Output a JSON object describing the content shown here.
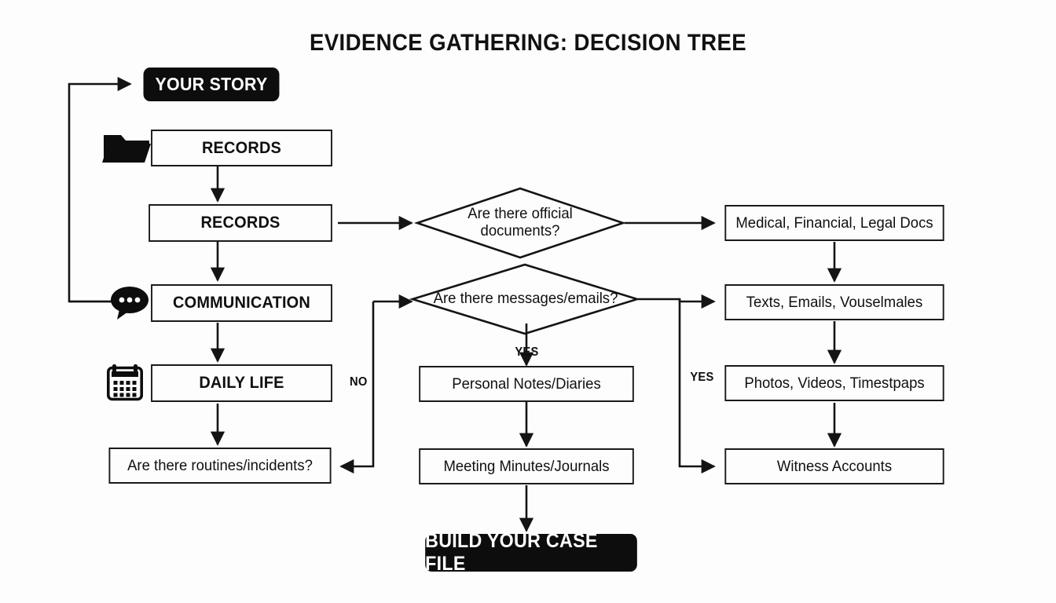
{
  "page": {
    "title": "EVIDENCE GATHERING: DECISION TREE",
    "background_color": "#fdfdfd",
    "ink_color": "#111111"
  },
  "start_node": {
    "label": "YOUR STORY",
    "style": "black-pill"
  },
  "end_node": {
    "label": "BUILD YOUR CASE FILE",
    "style": "black-pill"
  },
  "categories": [
    {
      "label": "RECORDS",
      "icon": "folder-icon"
    },
    {
      "label": "RECORDS",
      "icon": "none"
    },
    {
      "label": "COMMUNICATION",
      "icon": "speech-bubble-icon"
    },
    {
      "label": "DAILY LIFE",
      "icon": "calendar-icon"
    }
  ],
  "left_question": {
    "label": "Are there routines/incidents?"
  },
  "decisions": [
    {
      "label_line1": "Are there official",
      "label_line2": "documents?"
    },
    {
      "label_line1": "Are there messages/emails?",
      "label_line2": ""
    }
  ],
  "outcomes_right": [
    {
      "label": "Medical, Financial, Legal Docs"
    },
    {
      "label": "Texts, Emails, Vouselmales"
    },
    {
      "label": "Photos, Videos, Timestpaps"
    },
    {
      "label": "Witness Accounts"
    }
  ],
  "outcomes_center": [
    {
      "label": "Personal Notes/Diaries"
    },
    {
      "label": "Meeting Minutes/Journals"
    }
  ],
  "edge_labels": {
    "no": "NO",
    "yes_center": "YES",
    "yes_right": "YES"
  }
}
